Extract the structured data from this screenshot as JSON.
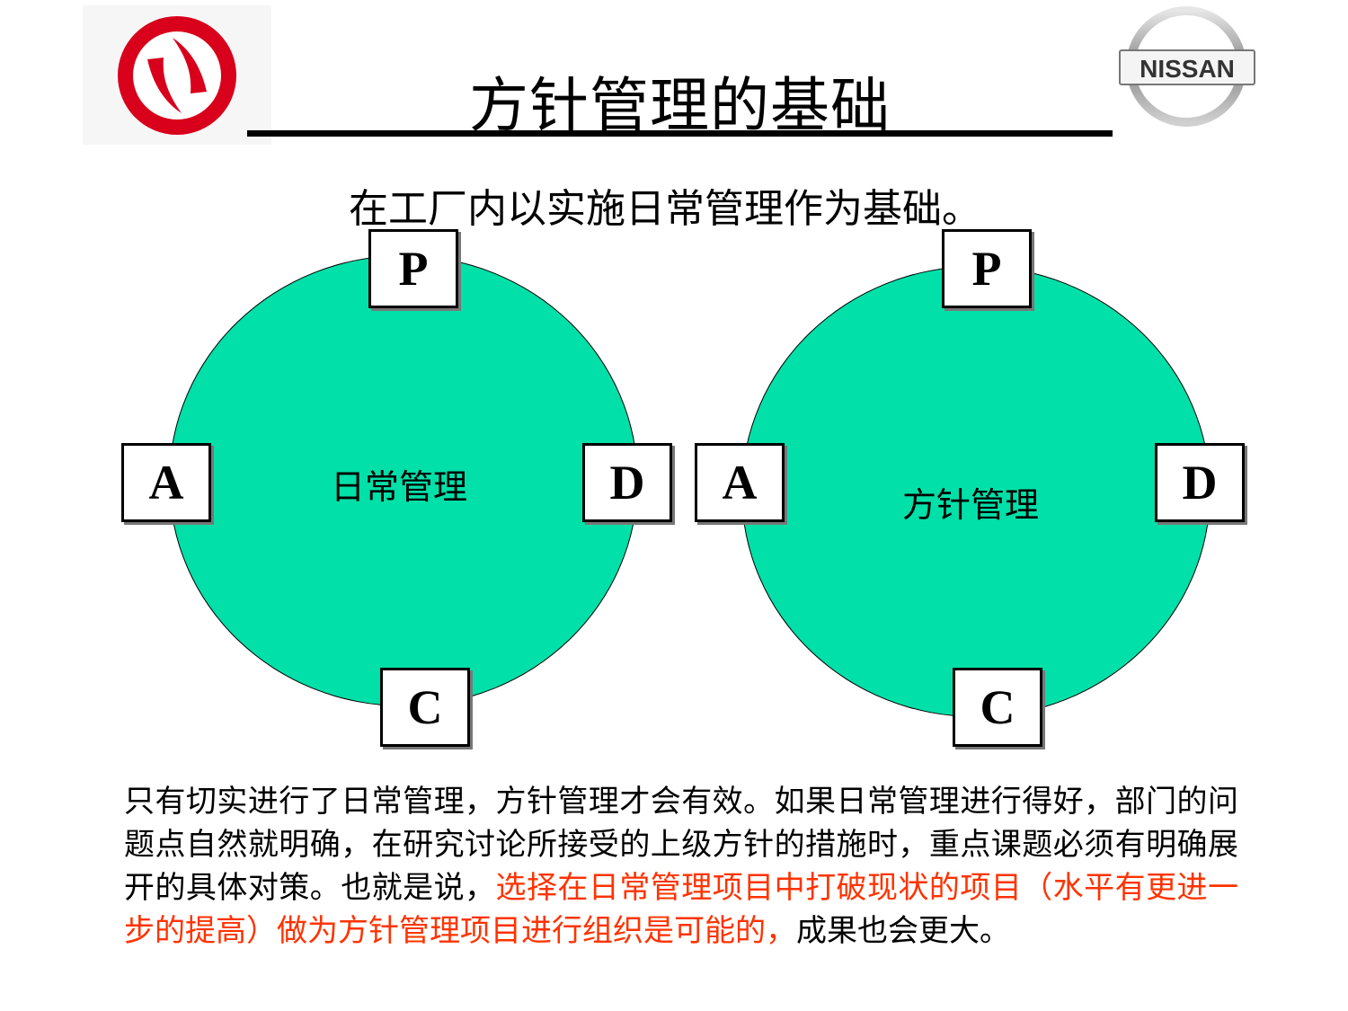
{
  "header": {
    "title": "方针管理的基础",
    "subtitle": "在工厂内以实施日常管理作为基础。",
    "logos": {
      "left": "dongfeng-logo",
      "right": "nissan-logo",
      "right_text": "NISSAN"
    }
  },
  "cycles": [
    {
      "label": "日常管理",
      "p": "P",
      "d": "D",
      "c": "C",
      "a": "A"
    },
    {
      "label": "方针管理",
      "p": "P",
      "d": "D",
      "c": "C",
      "a": "A"
    }
  ],
  "paragraph": {
    "part1": "只有切实进行了日常管理，方针管理才会有效。如果日常管理进行得好，部门的问题点自然就明确，在研究讨论所接受的上级方针的措施时，重点课题必须有明确展开的具体对策。也就是说，",
    "highlight": "选择在日常管理项目中打破现状的项目（水平有更进一步的提高）做为方针管理项目进行组织是可能的，",
    "part2": "成果也会更大。"
  },
  "colors": {
    "circle_fill": "#00e0a8",
    "highlight_text": "#ff3300",
    "dongfeng_red": "#d8001b"
  }
}
